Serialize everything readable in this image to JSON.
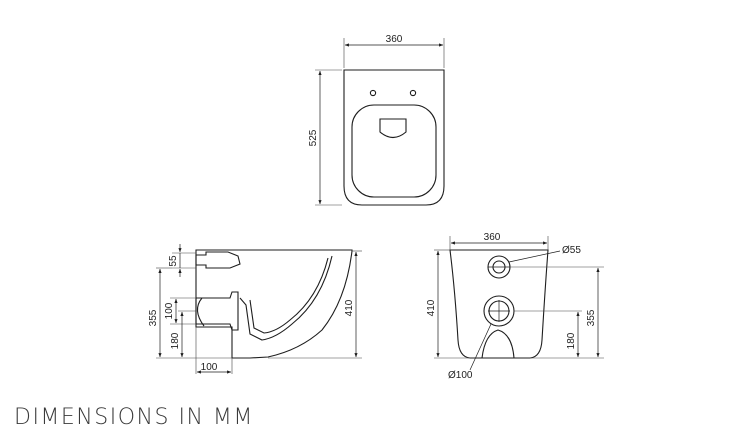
{
  "caption": "DIMENSIONS IN MM",
  "views": {
    "top": {
      "width": "360",
      "depth": "525"
    },
    "side": {
      "d55": "55",
      "d100_outlet": "100",
      "d355": "355",
      "d180": "180",
      "d100_base": "100",
      "d410": "410"
    },
    "rear": {
      "width": "360",
      "d_inlet": "Ø55",
      "d410": "410",
      "d355": "355",
      "d180": "180",
      "d_outlet": "Ø100"
    }
  },
  "colors": {
    "line": "#1e1e1e",
    "text": "#222222",
    "caption": "#3a3a3a"
  }
}
